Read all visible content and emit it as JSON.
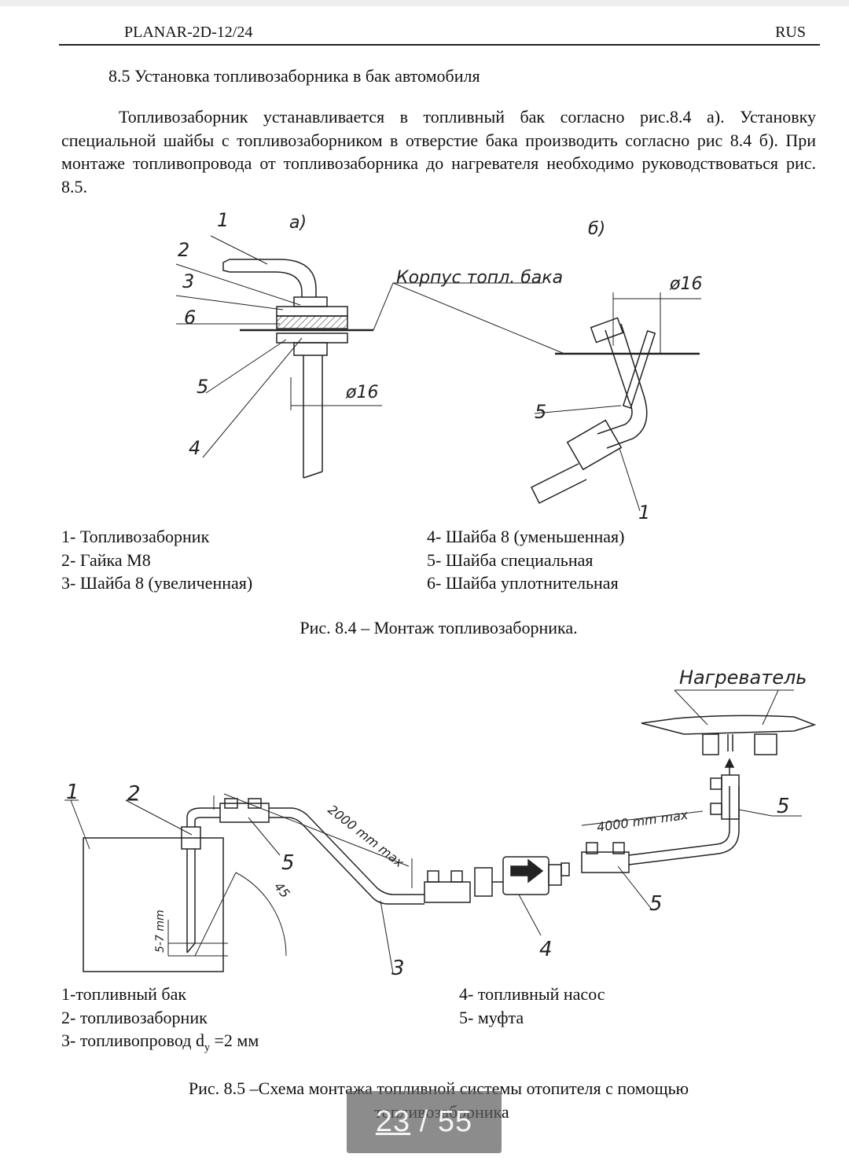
{
  "header": {
    "left": "PLANAR-2D-12/24",
    "right": "RUS"
  },
  "section": {
    "title": "8.5 Установка  топливозаборника  в бак автомобиля",
    "paragraph": "Топливозаборник устанавливается в топливный бак согласно рис.8.4 а). Установку специальной шайбы с топливозаборником в отверстие бака производить согласно рис 8.4 б). При монтаже топливопровода от топливозаборника до нагревателя необходимо руководствоваться рис. 8.5."
  },
  "fig84": {
    "label_a": "а)",
    "label_b": "б)",
    "tank_label": "Корпус топл. бака",
    "dim_a": "ø16",
    "dim_b": "ø16",
    "callouts": {
      "c1": "1",
      "c2": "2",
      "c3": "3",
      "c4": "4",
      "c5": "5",
      "c6": "6",
      "b5": "5",
      "b1": "1"
    },
    "legend_left": [
      "1- Топливозаборник",
      "2- Гайка  М8",
      "3- Шайба 8 (увеличенная)"
    ],
    "legend_right": [
      "4- Шайба 8 (уменьшенная)",
      "5- Шайба специальная",
      "6- Шайба уплотнительная"
    ],
    "caption": "Рис. 8.4 – Монтаж топливозаборника."
  },
  "fig85": {
    "heater_label": "Нагреватель",
    "len1": "2000 mm max",
    "len2": "4000 mm  max",
    "depth": "5-7 mm",
    "angle": "45",
    "callouts": {
      "n1": "1",
      "n2": "2",
      "n3": "3",
      "n4": "4",
      "n5a": "5",
      "n5b": "5",
      "n5c": "5"
    },
    "legend_left": [
      "1-топливный бак",
      "2- топливозаборник"
    ],
    "legend_pipe_prefix": "3- топливопровод  d",
    "legend_pipe_sub": "у",
    "legend_pipe_suffix": " =2 мм",
    "legend_right": [
      "4- топливный насос",
      "5- муфта"
    ],
    "caption_line1": "Рис. 8.5 –Схема монтажа топливной системы отопителя с помощью",
    "caption_line2": "топливозаборника"
  },
  "pager": {
    "current": "23",
    "separator": " / ",
    "total": "55"
  }
}
